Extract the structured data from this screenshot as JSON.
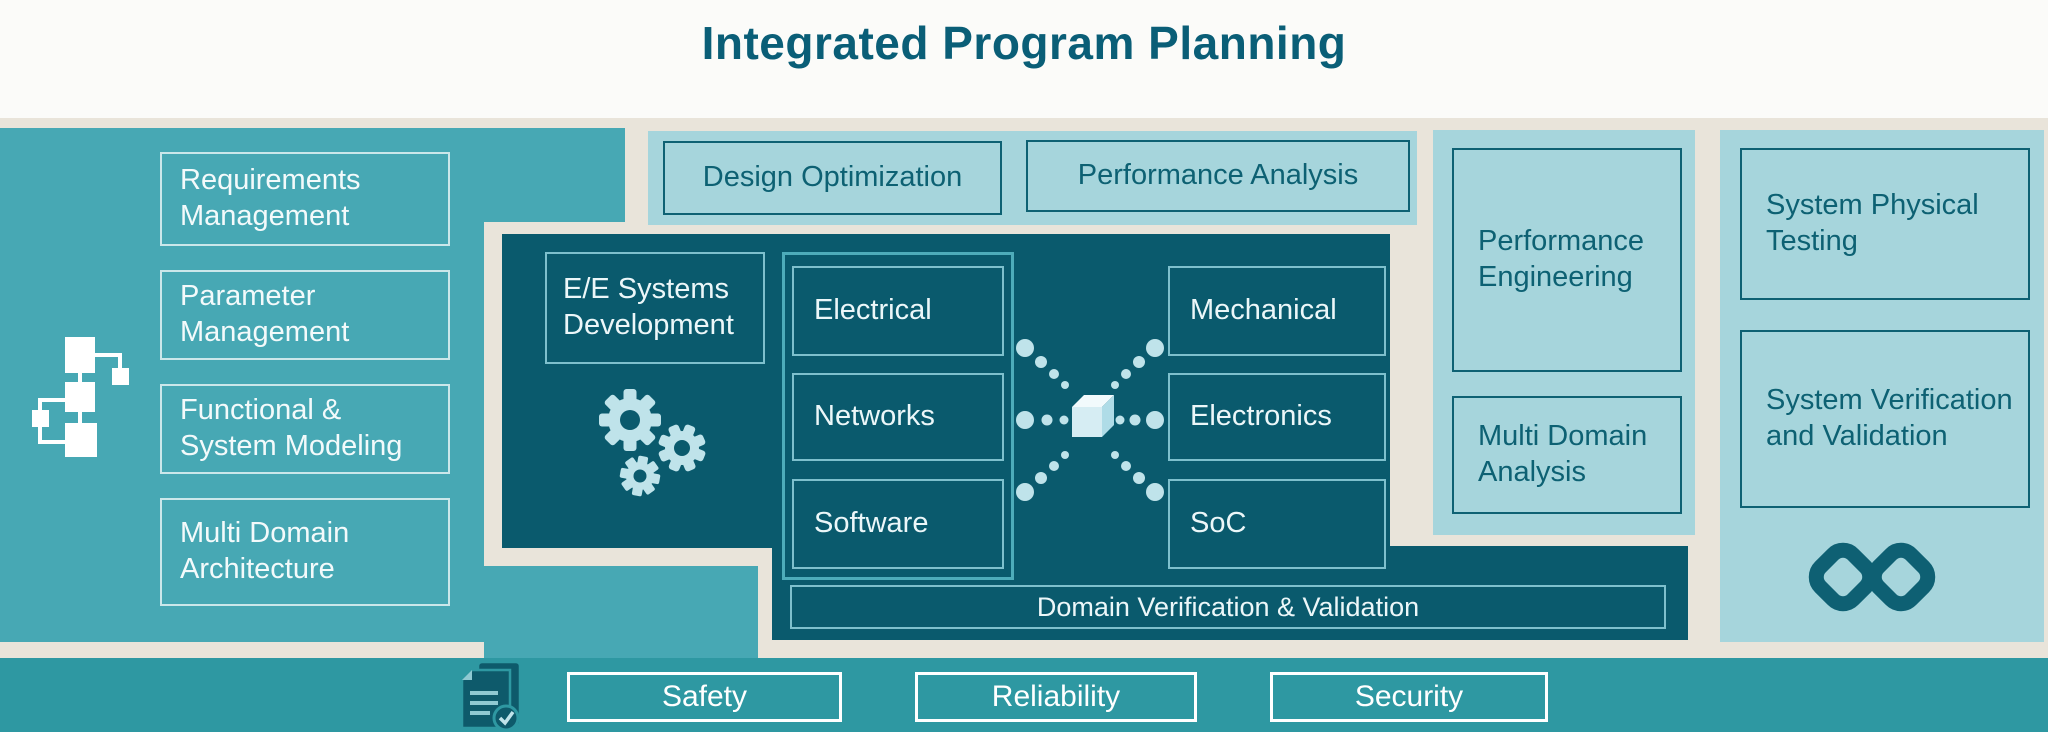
{
  "title": "Integrated Program Planning",
  "left_panel": {
    "items": [
      "Requirements Management",
      "Parameter Management",
      "Functional & System Modeling",
      "Multi Domain Architecture"
    ]
  },
  "top_band": {
    "items": [
      "Design Optimization",
      "Performance Analysis"
    ]
  },
  "ee_panel": {
    "header": "E/E Systems Development",
    "left_domains": [
      "Electrical",
      "Networks",
      "Software"
    ],
    "right_domains": [
      "Mechanical",
      "Electronics",
      "SoC"
    ],
    "footer": "Domain Verification & Validation"
  },
  "performance_panel": {
    "items": [
      "Performance Engineering",
      "Multi Domain Analysis"
    ]
  },
  "system_panel": {
    "items": [
      "System Physical Testing",
      "System Verification and Validation"
    ]
  },
  "bottom_bar": {
    "items": [
      "Safety",
      "Reliability",
      "Security"
    ]
  },
  "icons": {
    "left_panel": "hierarchy-icon",
    "ee_panel": "gears-icon",
    "center": "cross-domain-hub-icon",
    "system_panel": "infinity-icon",
    "bottom_bar": "document-check-icon"
  },
  "colors": {
    "background": "#E9E4DA",
    "header_band": "#FBFBF9",
    "title_text": "#0A5E77",
    "teal_panel": "#47A8B4",
    "light_panel": "#A6D5DC",
    "dark_panel": "#0A5A6D",
    "bottom_bar": "#2E98A2",
    "light_accent": "#BFE3EA",
    "dark_box_border": "#7EC0CD"
  }
}
